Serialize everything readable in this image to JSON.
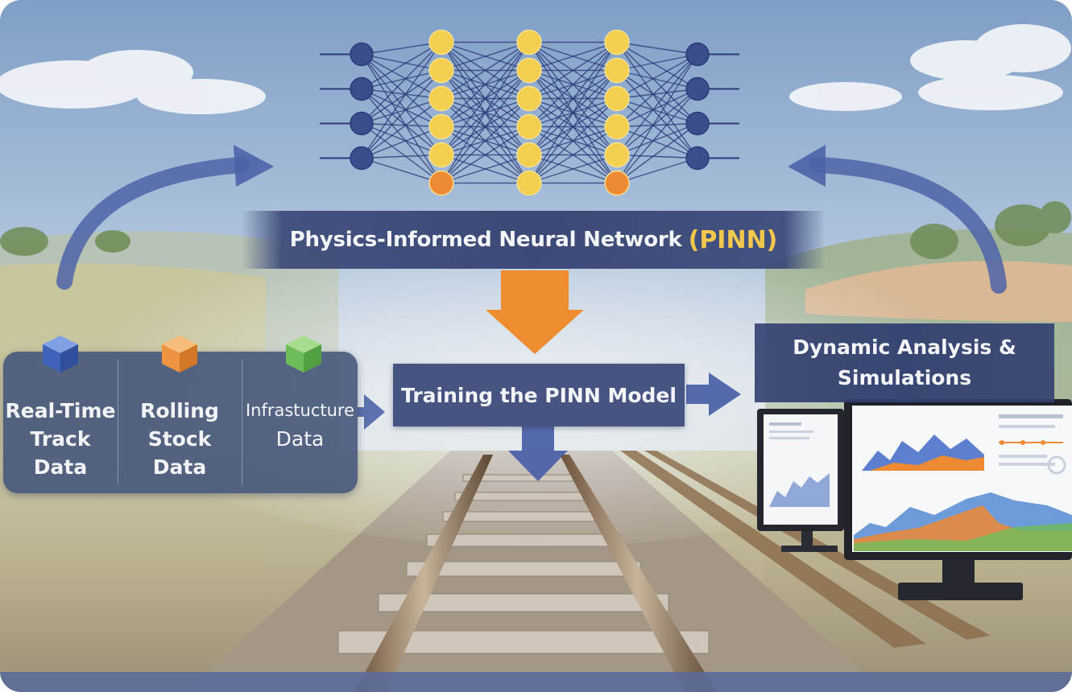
{
  "network": {
    "title_text": "Physics-Informed Neural Network",
    "title_acronym": "(PINN)",
    "layers": [
      {
        "role": "input",
        "nodes": 4,
        "color": "#3b4d8c"
      },
      {
        "role": "hidden",
        "nodes": 6,
        "color": "#f2cf4e",
        "last_node_color": "#ee8a34"
      },
      {
        "role": "hidden",
        "nodes": 6,
        "color": "#f2cf4e"
      },
      {
        "role": "hidden",
        "nodes": 6,
        "color": "#f2cf4e",
        "last_node_color": "#ee8a34"
      },
      {
        "role": "output",
        "nodes": 4,
        "color": "#3b4d8c"
      }
    ]
  },
  "training": {
    "label": "Training the PINN Model"
  },
  "data_sources": [
    {
      "id": "realtime",
      "lines": [
        "Real-Time",
        "Track",
        "Data"
      ],
      "cube_color": "#4a72c9"
    },
    {
      "id": "rolling",
      "lines": [
        "Rolling",
        "Stock",
        "Data"
      ],
      "cube_color": "#ee9440"
    },
    {
      "id": "infra",
      "lines": [
        "Infrastucture",
        "Data"
      ],
      "cube_color": "#6fbd5a"
    }
  ],
  "output": {
    "lines": [
      "Dynamic Analysis &",
      "Simulations"
    ]
  },
  "colors": {
    "arrow_blue": "#4d63a8",
    "arrow_orange": "#ef8c30",
    "banner": "#3a4878",
    "accent": "#f2c94c"
  }
}
